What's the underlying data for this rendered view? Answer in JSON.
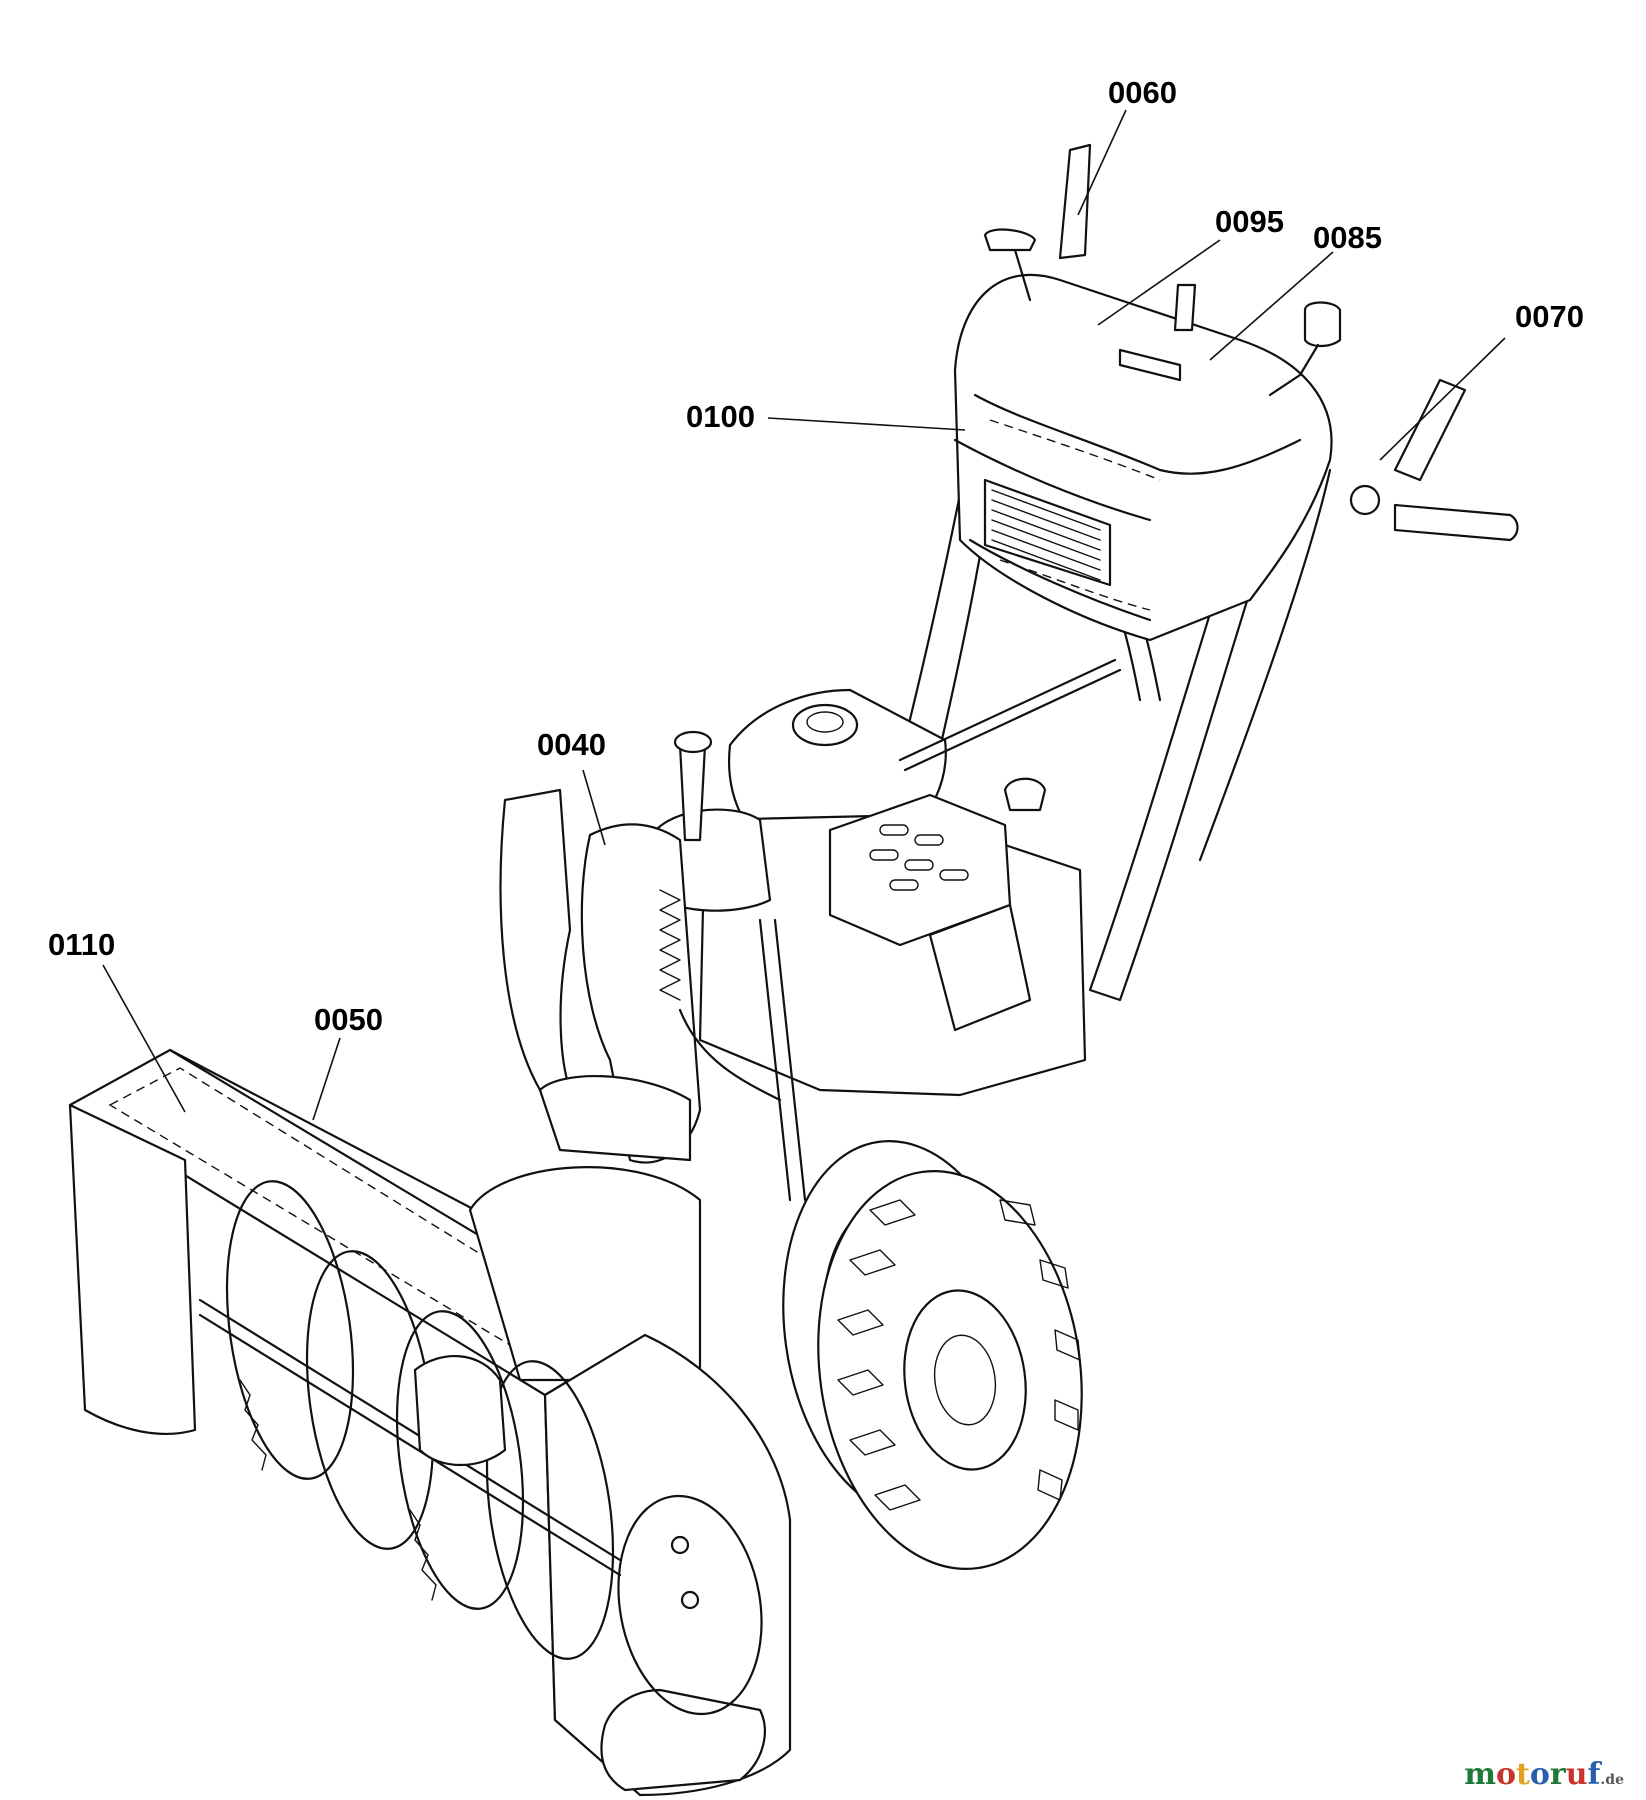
{
  "diagram": {
    "parts": [
      {
        "id": "0060",
        "label": "0060"
      },
      {
        "id": "0095",
        "label": "0095"
      },
      {
        "id": "0085",
        "label": "0085"
      },
      {
        "id": "0070",
        "label": "0070"
      },
      {
        "id": "0100",
        "label": "0100"
      },
      {
        "id": "0040",
        "label": "0040"
      },
      {
        "id": "0110",
        "label": "0110"
      },
      {
        "id": "0050",
        "label": "0050"
      }
    ]
  },
  "watermark": {
    "brand": "motoruf",
    "tld": ".de"
  }
}
